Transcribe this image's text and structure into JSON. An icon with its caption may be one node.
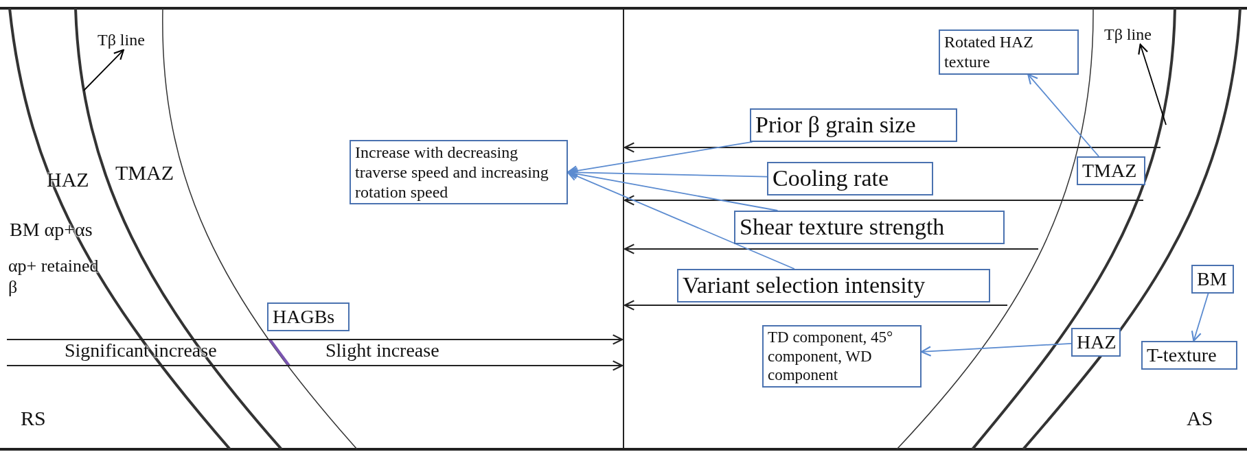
{
  "diagram": {
    "nodes": [
      {
        "text": [
          "Tβ line"
        ]
      },
      {
        "text": [
          "Rotated HAZ texture"
        ]
      },
      {
        "text": [
          "Tβ line"
        ]
      },
      {
        "text": [
          "Prior β grain size"
        ]
      },
      {
        "text": [
          "Increase with decreasing traverse speed and increasing rotation speed"
        ]
      },
      {
        "text": [
          "Cooling rate"
        ]
      },
      {
        "text": [
          "TMAZ"
        ]
      },
      {
        "text": [
          "Shear texture strength"
        ]
      },
      {
        "text": [
          "Variant selection intensity"
        ]
      },
      {
        "text": [
          "BM"
        ]
      },
      {
        "text": [
          "HAGBs"
        ]
      },
      {
        "text": [
          "TD component, 45° component, WD component"
        ]
      },
      {
        "text": [
          "HAZ"
        ]
      },
      {
        "text": [
          "T-texture"
        ]
      }
    ],
    "edges": [
      {
        "from": null,
        "to": 0,
        "arrow": "to",
        "color": "#000000"
      },
      {
        "from": null,
        "to": 2,
        "arrow": "to",
        "color": "#000000"
      },
      {
        "from": 3,
        "to": 4,
        "arrow": "to"
      },
      {
        "from": 5,
        "to": 4,
        "arrow": "to"
      },
      {
        "from": 7,
        "to": 4,
        "arrow": "to"
      },
      {
        "from": 8,
        "to": 4,
        "arrow": "to"
      },
      {
        "from": 6,
        "to": 1,
        "arrow": "to"
      },
      {
        "from": 12,
        "to": 11,
        "arrow": "to"
      },
      {
        "from": 9,
        "to": 13,
        "arrow": "to"
      }
    ],
    "labels": [
      "HAZ",
      "TMAZ",
      "BM αp+αs",
      "αp+ retained β",
      "Significant increase",
      "Slight increase",
      "RS",
      "AS"
    ]
  }
}
